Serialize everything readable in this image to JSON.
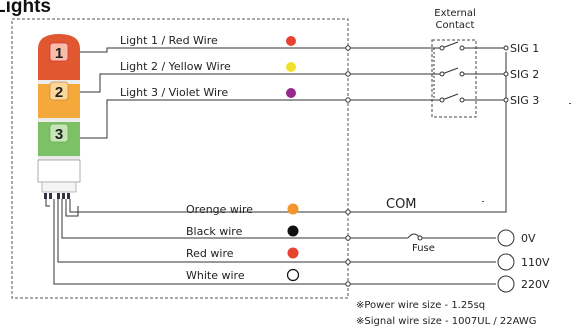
{
  "title": "Lights",
  "header": {
    "contact_line1": "External",
    "contact_line2": "Contact"
  },
  "lights": [
    {
      "num": "1",
      "label": "Light 1 / Red Wire",
      "color": "#e8432f",
      "signal": "SIG 1"
    },
    {
      "num": "2",
      "label": "Light 2 / Yellow Wire",
      "color": "#f2e12a",
      "signal": "SIG 2"
    },
    {
      "num": "3",
      "label": "Light 3 / Violet Wire",
      "color": "#962a8e",
      "signal": "SIG 3"
    }
  ],
  "segment_colors": {
    "red": "#e1572f",
    "orange": "#f5a93b",
    "green": "#7cc166"
  },
  "power_wires": [
    {
      "label": "Orenge wire",
      "color": "#f4952a",
      "hollow": false
    },
    {
      "label": "Black wire",
      "color": "#111111",
      "hollow": false
    },
    {
      "label": "Red wire",
      "color": "#e8432f",
      "hollow": false
    },
    {
      "label": "White wire",
      "color": "#ffffff",
      "hollow": true
    }
  ],
  "com_label": "COM",
  "fuse_label": "Fuse",
  "terminals": [
    "0V",
    "110V",
    "220V"
  ],
  "notes": [
    "※Power wire size - 1.25sq",
    "※Signal wire size - 1007UL / 22AWG"
  ]
}
